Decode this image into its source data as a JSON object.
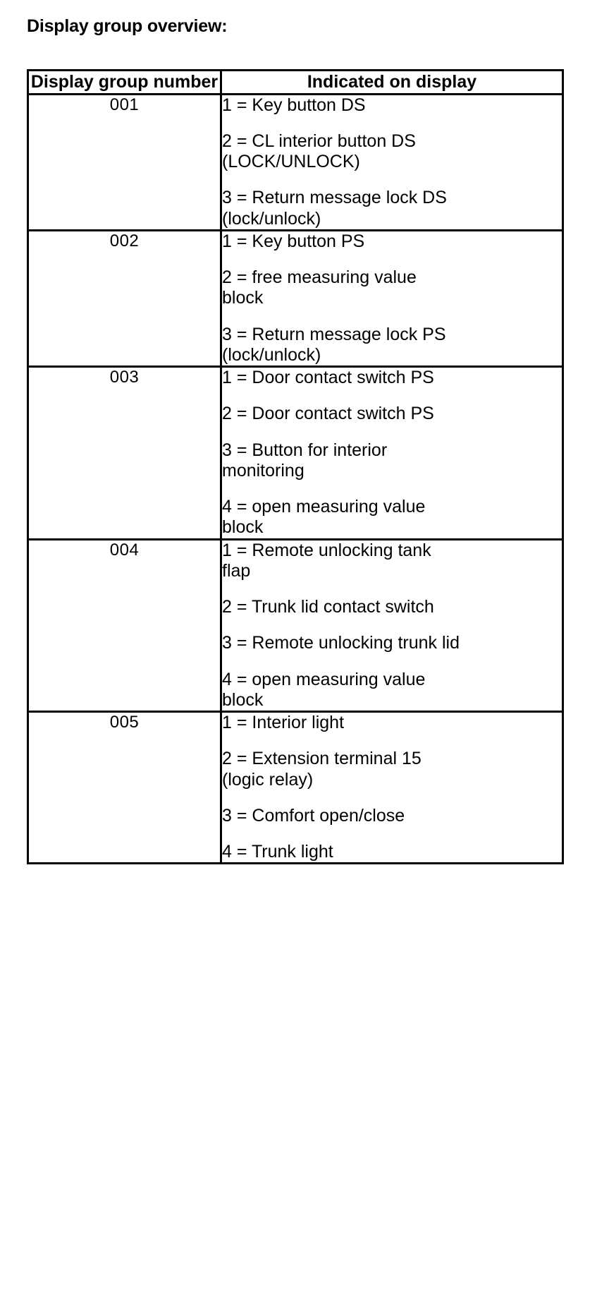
{
  "document": {
    "title": "Display group overview:"
  },
  "table": {
    "headers": [
      "Display group number",
      "Indicated on display"
    ],
    "rows": [
      {
        "group_number": "001",
        "items": [
          {
            "lines": [
              "1 = Key button DS"
            ]
          },
          {
            "lines": [
              "2 = CL interior button DS",
              "(LOCK/UNLOCK)"
            ]
          },
          {
            "lines": [
              "3 = Return message lock DS",
              "(lock/unlock)"
            ]
          }
        ]
      },
      {
        "group_number": "002",
        "items": [
          {
            "lines": [
              "1 = Key button PS"
            ]
          },
          {
            "lines": [
              "2 = free measuring value",
              "block"
            ]
          },
          {
            "lines": [
              "3 = Return message lock PS",
              "(lock/unlock)"
            ]
          }
        ]
      },
      {
        "group_number": "003",
        "items": [
          {
            "lines": [
              "1 = Door contact switch PS"
            ]
          },
          {
            "lines": [
              "2 = Door contact switch PS"
            ]
          },
          {
            "lines": [
              "3 = Button for interior",
              "monitoring"
            ]
          },
          {
            "lines": [
              "4 = open measuring value",
              "block"
            ]
          }
        ]
      },
      {
        "group_number": "004",
        "items": [
          {
            "lines": [
              "1 = Remote unlocking tank",
              "flap"
            ]
          },
          {
            "lines": [
              "2 = Trunk lid contact switch"
            ]
          },
          {
            "lines": [
              "3 = Remote unlocking trunk lid"
            ]
          },
          {
            "lines": [
              "4 = open measuring value",
              "block"
            ]
          }
        ]
      },
      {
        "group_number": "005",
        "items": [
          {
            "lines": [
              "1 = Interior light"
            ]
          },
          {
            "lines": [
              "2 = Extension terminal 15",
              "(logic relay)"
            ]
          },
          {
            "lines": [
              "3 = Comfort open/close"
            ]
          },
          {
            "lines": [
              "4 = Trunk light"
            ]
          }
        ]
      }
    ]
  },
  "colors": {
    "ink": "#000000",
    "paper": "#ffffff"
  }
}
